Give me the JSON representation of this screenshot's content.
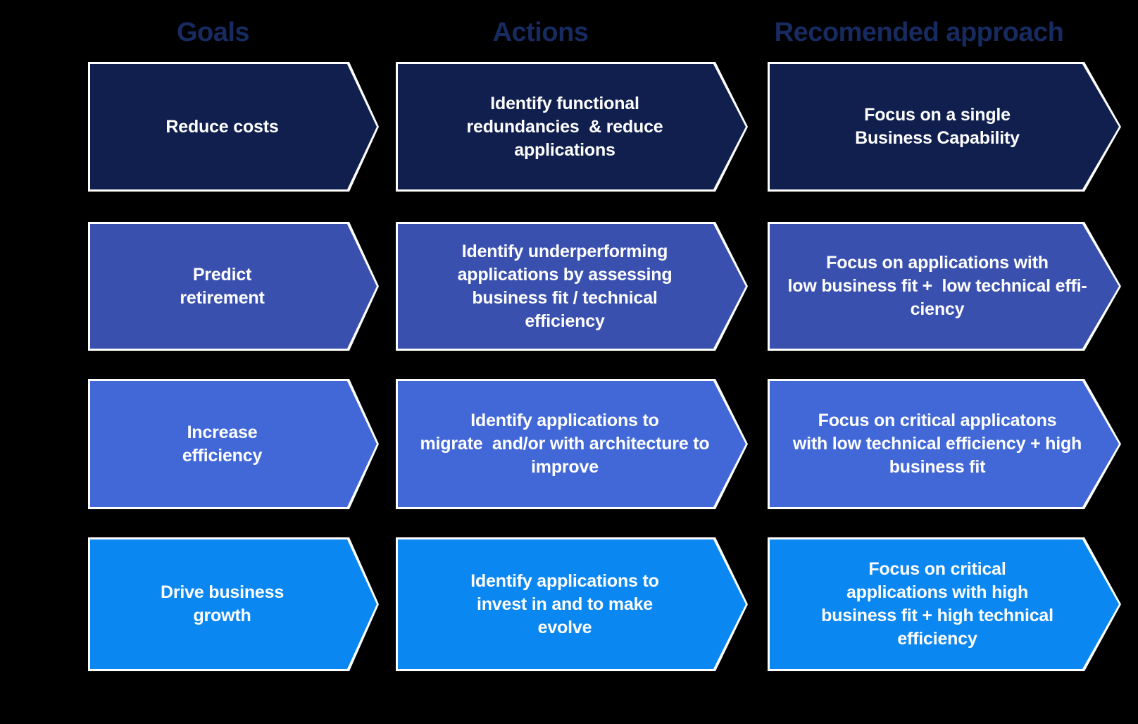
{
  "headers": {
    "goals": "Goals",
    "actions": "Actions",
    "approach": "Recomended approach"
  },
  "rows": [
    {
      "name": "reduce-costs",
      "color": "#101f4e",
      "goal": "Reduce costs",
      "action": "Identify functional\nredundancies  & reduce\napplications",
      "approach": "Focus on a single\nBusiness Capability"
    },
    {
      "name": "predict-retirement",
      "color": "#3a50ae",
      "goal": "Predict\nretirement",
      "action": "Identify underperforming\napplications by assessing\nbusiness fit / technical\nefficiency",
      "approach": "Focus on applications with\nlow business fit +  low technical effi-\nciency"
    },
    {
      "name": "increase-efficiency",
      "color": "#4268d8",
      "goal": "Increase\nefficiency",
      "action": "Identify applications to\nmigrate  and/or with architecture to\nimprove",
      "approach": "Focus on critical applicatons\nwith low technical efficiency + high\nbusiness fit"
    },
    {
      "name": "drive-business-growth",
      "color": "#0b87f2",
      "goal": "Drive business\ngrowth",
      "action": "Identify applications to\ninvest in and to make\nevolve",
      "approach": "Focus on critical\napplications with high\nbusiness fit + high technical\nefficiency"
    }
  ],
  "style": {
    "background": "#000000",
    "border": "#ffffff",
    "header_text": "#172b61",
    "text": "#ffffff"
  }
}
